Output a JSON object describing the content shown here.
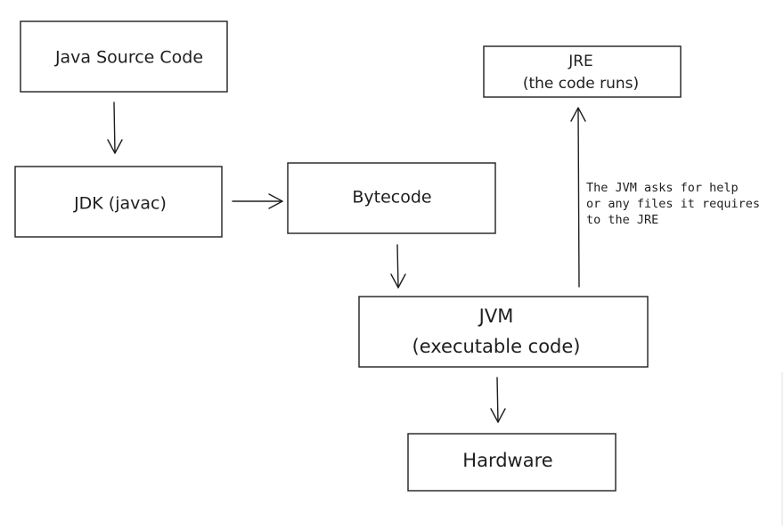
{
  "nodes": {
    "java_source": {
      "line1": "Java Source Code"
    },
    "jdk": {
      "line1": "JDK (javac)"
    },
    "bytecode": {
      "line1": "Bytecode"
    },
    "jre": {
      "line1": "JRE",
      "line2": "(the code runs)"
    },
    "jvm": {
      "line1": "JVM",
      "line2": "(executable code)"
    },
    "hardware": {
      "line1": "Hardware"
    }
  },
  "note": {
    "lines": [
      "The JVM asks for help",
      "or any files it requires",
      "to the JRE"
    ]
  },
  "colors": {
    "stroke": "#1e1e1e",
    "background": "#ffffff"
  }
}
